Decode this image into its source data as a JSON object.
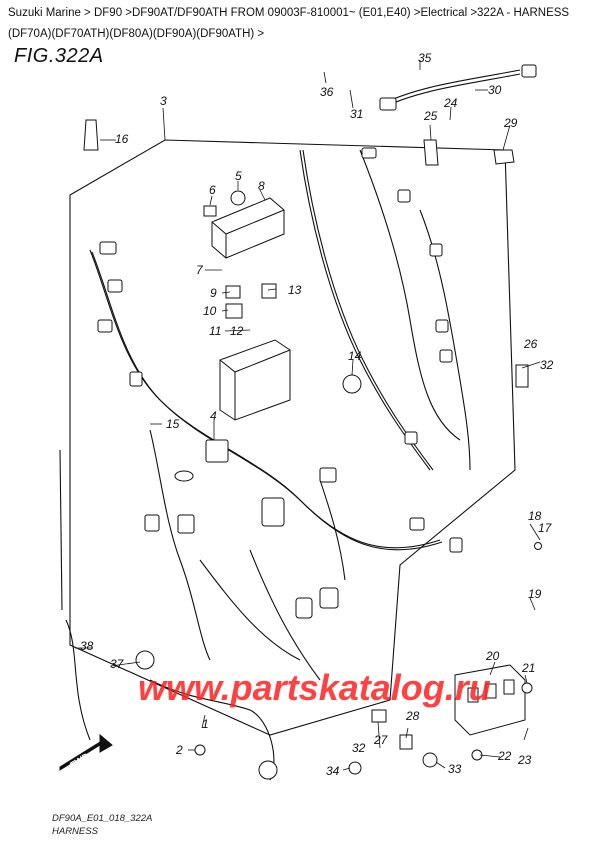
{
  "breadcrumb": {
    "line1": "Suzuki Marine > DF90 >DF90AT/DF90ATH FROM 09003F-810001~ (E01,E40) >Electrical >322A - HARNESS",
    "line2": "(DF70A)(DF70ATH)(DF80A)(DF90A)(DF90ATH) >"
  },
  "figure": {
    "title": "FIG.322A"
  },
  "watermark": "www.partskatalog.ru",
  "fwd_label": "FWD",
  "footer": {
    "code": "DF90A_E01_018_322A",
    "name": "HARNESS"
  },
  "callouts": [
    "1",
    "2",
    "3",
    "4",
    "5",
    "6",
    "7",
    "8",
    "9",
    "10",
    "11",
    "12",
    "13",
    "14",
    "15",
    "16",
    "17",
    "18",
    "19",
    "20",
    "21",
    "22",
    "23",
    "24",
    "25",
    "26",
    "27",
    "28",
    "29",
    "30",
    "31",
    "32",
    "32",
    "33",
    "34",
    "35",
    "36",
    "37",
    "38"
  ],
  "colors": {
    "line": "#111111",
    "watermark": "#ff2020"
  }
}
